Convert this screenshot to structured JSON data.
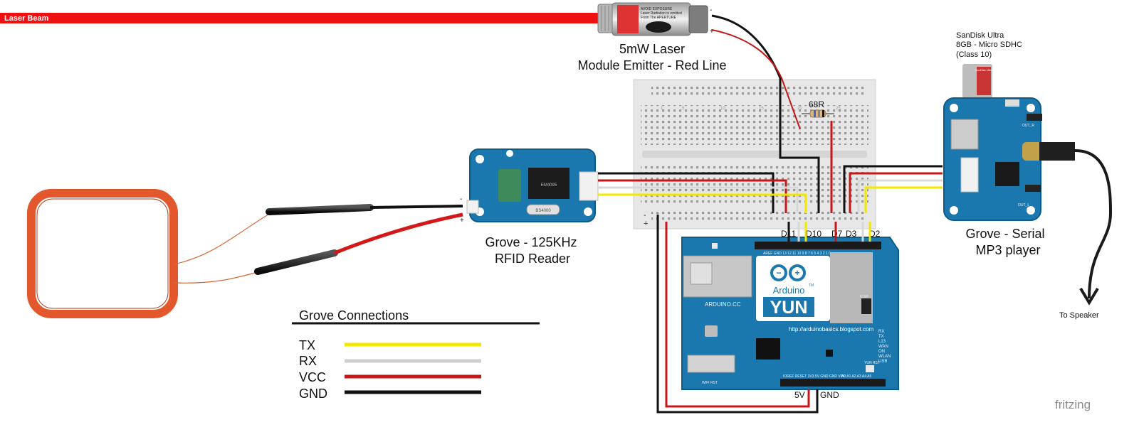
{
  "laser": {
    "beam_label": "Laser Beam",
    "title_line1": "5mW Laser",
    "title_line2": "Module Emitter - Red Line",
    "sticker_line1": "AVOID EXPOSURE",
    "sticker_line2": "Laser Radiation is emitted",
    "sticker_line3": "From The APERTURE",
    "minus": "-",
    "plus": "+"
  },
  "resistor": {
    "label": "68R"
  },
  "rfid": {
    "title_line1": "Grove - 125KHz",
    "title_line2": "RFID Reader",
    "chip_label": "EM4095",
    "crystal_label": "BS4000",
    "minus": "-",
    "plus": "+"
  },
  "sdcard": {
    "line1": "SanDisk Ultra",
    "line2": "8GB - Micro SDHC",
    "line3": "(Class 10)",
    "card_brand": "SanDisk Ultra"
  },
  "mp3": {
    "title_line1": "Grove - Serial",
    "title_line2": "MP3 player",
    "out_r": "OUT_R",
    "out_l": "OUT_L"
  },
  "speaker": {
    "label": "To Speaker"
  },
  "arduino": {
    "pins": {
      "d11": "D11",
      "d10": "D10",
      "d7": "D7",
      "d3": "D3",
      "d2": "D2",
      "v5": "5V",
      "gnd": "GND"
    },
    "brand": "Arduino",
    "model": "YUN",
    "tm": "TM",
    "cc": "ARDUINO.CC",
    "url": "http://arduinobasics.blogspot.com",
    "leds": [
      "RX",
      "TX",
      "L13",
      "WAN",
      "ON",
      "WLAN",
      "USB"
    ],
    "icsp": "ICSP",
    "yun_rst": "YUN RST",
    "wifi_rst": "WIFI RST",
    "power_header": "IOREF RESET 3V3 5V GND GND VIN",
    "analog_header": "A0 A1 A2 A3 A4 A5",
    "digital_header": "AREF GND 13 12 11 10 9 8 7 6 5 4 3 2 1 0"
  },
  "breadboard": {
    "minus": "-",
    "plus": "+",
    "cols": [
      "1",
      "5",
      "10",
      "15",
      "20",
      "25"
    ]
  },
  "legend": {
    "title": "Grove Connections",
    "items": [
      {
        "label": "TX",
        "color": "#f2e800"
      },
      {
        "label": "RX",
        "color": "#cfcfcf"
      },
      {
        "label": "VCC",
        "color": "#c41818"
      },
      {
        "label": "GND",
        "color": "#111111"
      }
    ]
  },
  "watermark": {
    "text": "fritzing"
  },
  "colors": {
    "laser_red": "#ee1111",
    "wire_red": "#c41818",
    "wire_yellow": "#f2e800",
    "wire_white": "#d8d8d8",
    "wire_black": "#111111",
    "board_blue": "#1b78ae",
    "coil_copper": "#e2572b"
  }
}
